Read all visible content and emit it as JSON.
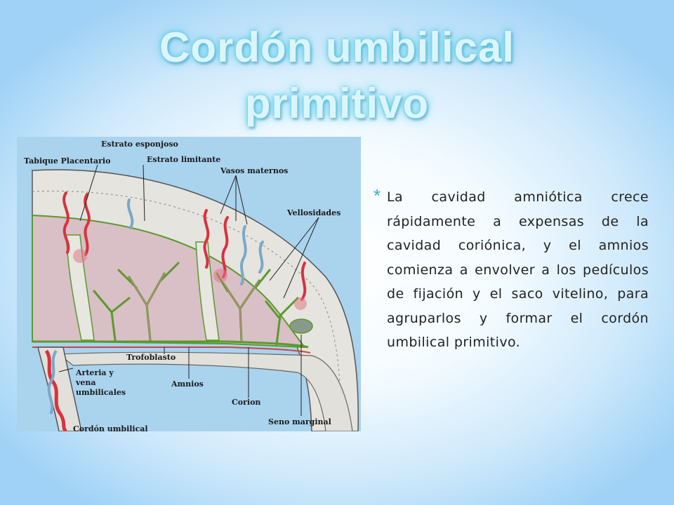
{
  "slide": {
    "title_line1": "Cordón umbilical",
    "title_line2": "primitivo",
    "bullet_marker": "*",
    "bullet_text": "La cavidad amniótica crece rápidamente a expensas de la cavidad coriónica, y el amnios comienza a envolver a los pedículos de fijación y el saco vitelino, para agruparlos y formar  el cordón umbilical primitivo."
  },
  "figure": {
    "labels": {
      "estrato_esponjoso": "Estrato esponjoso",
      "tabique_placentario": "Tabique Placentario",
      "estrato_limitante": "Estrato limitante",
      "vasos_maternos": "Vasos maternos",
      "vellosidades": "Vellosidades",
      "trofoblasto": "Trofoblasto",
      "arteria_y": "Arteria y",
      "vena": "vena",
      "umbilicales": "umbilicales",
      "amnios": "Amnios",
      "corion": "Corion",
      "seno_marginal": "Seno marginal",
      "cordon_umbilical": "Cordón umbilical"
    },
    "colors": {
      "vessel_red": "#d8323f",
      "vessel_blue": "#7aa8c8",
      "villi_green": "#5a9a2c",
      "wall_fill": "#e4e2dc",
      "intervillous_pink": "#d8bcc4"
    }
  }
}
